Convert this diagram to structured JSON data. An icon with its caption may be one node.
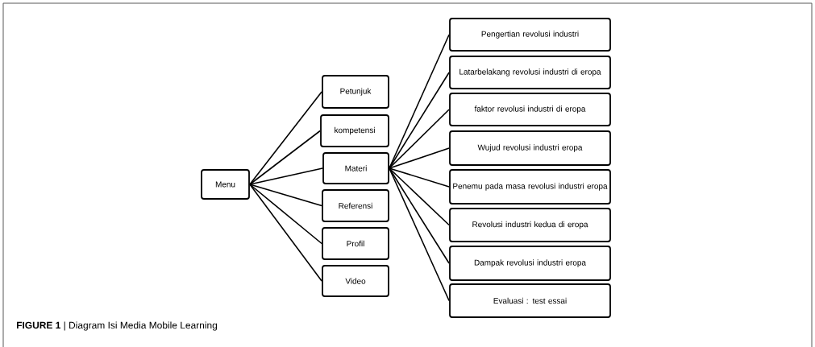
{
  "diagram": {
    "caption": "**FIGURE 1** | Diagram Isi Media Mobile Learning",
    "nodes": [
      {
        "text": [
          "Menu"
        ]
      },
      {
        "text": [
          "Petunjuk"
        ]
      },
      {
        "text": [
          "kompetensi"
        ]
      },
      {
        "text": [
          "Materi"
        ]
      },
      {
        "text": [
          "Referensi"
        ]
      },
      {
        "text": [
          "Profil"
        ]
      },
      {
        "text": [
          "Video"
        ]
      },
      {
        "text": [
          "Pengertian revolusi industri"
        ]
      },
      {
        "text": [
          "Latarbelakang revolusi industri di eropa"
        ]
      },
      {
        "text": [
          "faktor revolusi industri di eropa"
        ]
      },
      {
        "text": [
          "Wujud revolusi industri eropa"
        ]
      },
      {
        "text": [
          "Penemu pada masa revolusi industri eropa"
        ]
      },
      {
        "text": [
          "Revolusi industri kedua di eropa"
        ]
      },
      {
        "text": [
          "Dampak revolusi industri eropa"
        ]
      },
      {
        "text": [
          "Evaluasi : test essai"
        ]
      }
    ],
    "edges": [
      {
        "from": 0,
        "to": 1,
        "arrow": "none"
      },
      {
        "from": 0,
        "to": 2,
        "arrow": "none"
      },
      {
        "from": 0,
        "to": 3,
        "arrow": "none"
      },
      {
        "from": 0,
        "to": 4,
        "arrow": "none"
      },
      {
        "from": 0,
        "to": 5,
        "arrow": "none"
      },
      {
        "from": 0,
        "to": 6,
        "arrow": "none"
      },
      {
        "from": 3,
        "to": 7,
        "arrow": "none"
      },
      {
        "from": 3,
        "to": 8,
        "arrow": "none"
      },
      {
        "from": 3,
        "to": 9,
        "arrow": "none"
      },
      {
        "from": 3,
        "to": 10,
        "arrow": "none"
      },
      {
        "from": 3,
        "to": 11,
        "arrow": "none"
      },
      {
        "from": 3,
        "to": 12,
        "arrow": "none"
      },
      {
        "from": 3,
        "to": 13,
        "arrow": "none"
      },
      {
        "from": 3,
        "to": 14,
        "arrow": "none"
      }
    ]
  }
}
